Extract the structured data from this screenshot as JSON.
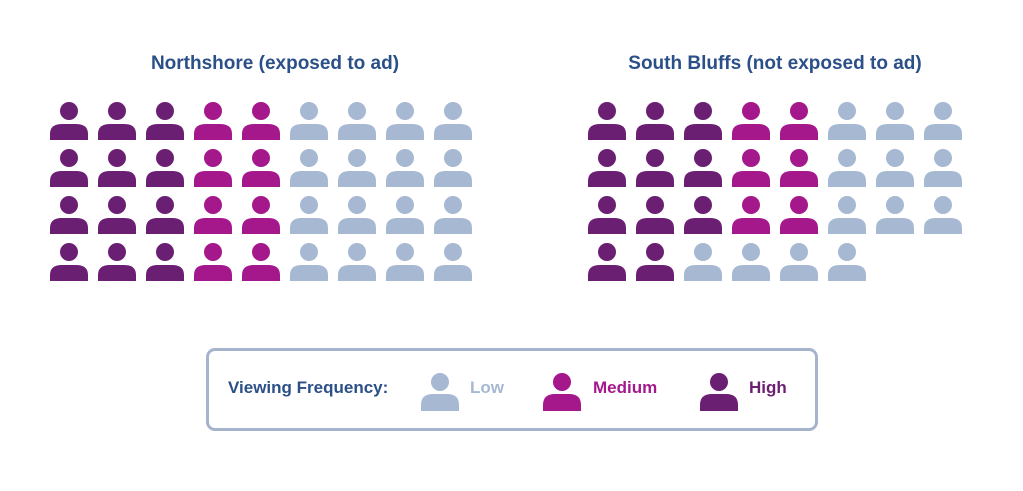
{
  "colors": {
    "low": "#a7b8d3",
    "medium": "#a5188c",
    "high": "#6b1f73"
  },
  "legend": {
    "label": "Viewing Frequency:",
    "items": [
      {
        "key": "low",
        "label": "Low"
      },
      {
        "key": "medium",
        "label": "Medium"
      },
      {
        "key": "high",
        "label": "High"
      }
    ]
  },
  "chart_data": [
    {
      "type": "pictogram",
      "title": "Northshore (exposed to ad)",
      "rows": [
        {
          "high": 3,
          "medium": 2,
          "low": 4
        },
        {
          "high": 3,
          "medium": 2,
          "low": 4
        },
        {
          "high": 3,
          "medium": 2,
          "low": 4
        },
        {
          "high": 3,
          "medium": 2,
          "low": 4
        }
      ],
      "totals": {
        "high": 12,
        "medium": 8,
        "low": 16
      }
    },
    {
      "type": "pictogram",
      "title": "South Bluffs (not exposed to ad)",
      "rows": [
        {
          "high": 3,
          "medium": 2,
          "low": 3
        },
        {
          "high": 3,
          "medium": 2,
          "low": 3
        },
        {
          "high": 3,
          "medium": 2,
          "low": 3
        },
        {
          "high": 2,
          "medium": 0,
          "low": 4
        }
      ],
      "totals": {
        "high": 11,
        "medium": 6,
        "low": 13
      }
    }
  ]
}
